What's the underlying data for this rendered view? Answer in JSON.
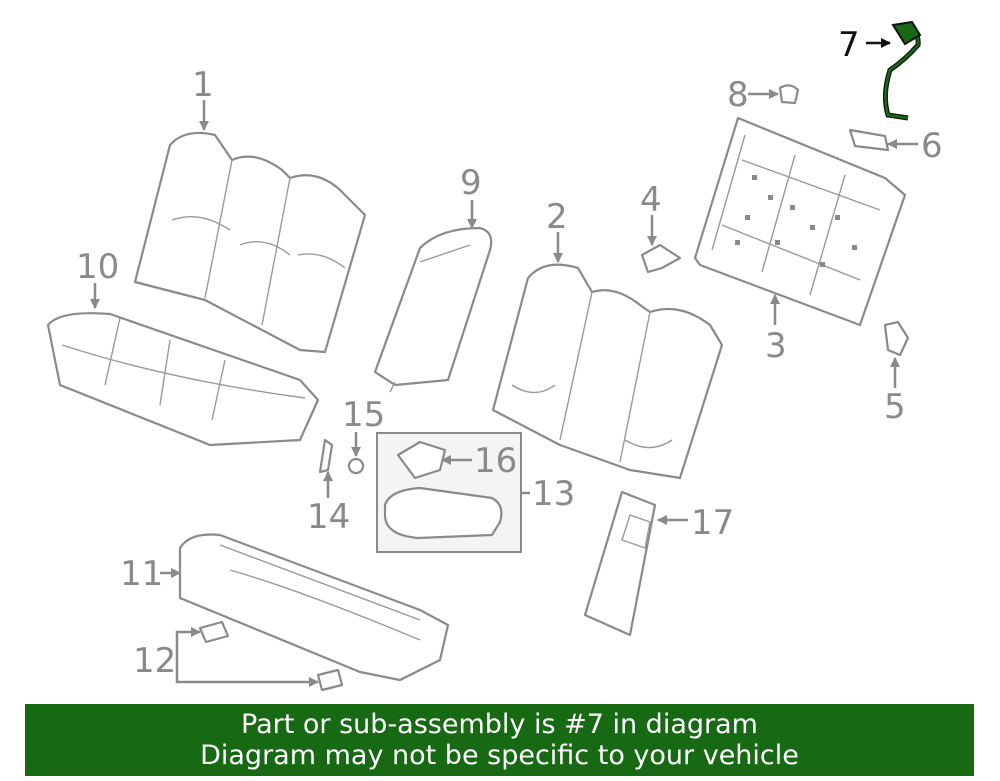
{
  "diagram": {
    "callouts": [
      "1",
      "2",
      "3",
      "4",
      "5",
      "6",
      "7",
      "8",
      "9",
      "10",
      "11",
      "12",
      "13",
      "14",
      "15",
      "16",
      "17"
    ],
    "highlighted_callout": "7",
    "colors": {
      "highlight": "#176914",
      "line": "#8a8a8a",
      "banner_bg": "#176914",
      "banner_text": "#ffffff"
    }
  },
  "banner": {
    "line1": "Part or sub-assembly is #7 in diagram",
    "line2": "Diagram may not be specific to your vehicle"
  }
}
